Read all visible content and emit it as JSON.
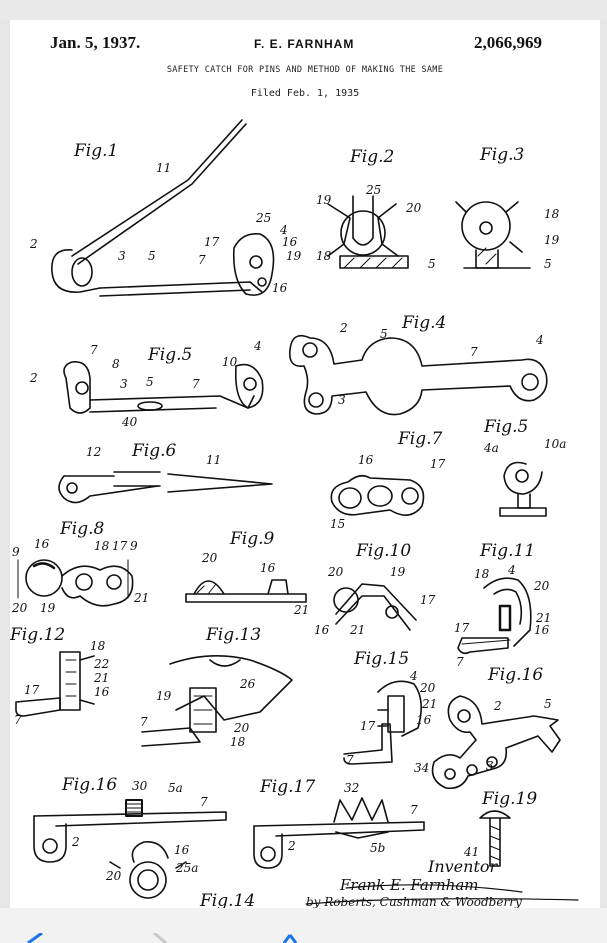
{
  "header": {
    "date": "Jan. 5, 1937.",
    "inventor": "F. E. FARNHAM",
    "patent_number": "2,066,969"
  },
  "title": "SAFETY CATCH FOR PINS AND METHOD OF MAKING THE SAME",
  "filed": "Filed Feb. 1, 1935",
  "figures": {
    "fig1": "Fig.1",
    "fig2": "Fig.2",
    "fig3": "Fig.3",
    "fig4": "Fig.4",
    "fig5": "Fig.5",
    "fig5a": "Fig.5",
    "fig6": "Fig.6",
    "fig7": "Fig.7",
    "fig8": "Fig.8",
    "fig9": "Fig.9",
    "fig10": "Fig.10",
    "fig11": "Fig.11",
    "fig12": "Fig.12",
    "fig13": "Fig.13",
    "fig15": "Fig.15",
    "fig16a": "Fig.16",
    "fig16b": "Fig.16",
    "fig17": "Fig.17",
    "fig19": "Fig.19",
    "fig14": "Fig.14"
  },
  "refs": {
    "r2": "2",
    "r3": "3",
    "r4": "4",
    "r5": "5",
    "r7": "7",
    "r8": "8",
    "r9": "9",
    "r10": "10",
    "r11": "11",
    "r12": "12",
    "r15": "15",
    "r16": "16",
    "r17": "17",
    "r18": "18",
    "r19": "19",
    "r20": "20",
    "r21": "21",
    "r22": "22",
    "r25": "25",
    "r26": "26",
    "r30": "30",
    "r32": "32",
    "r34": "34",
    "r40": "40",
    "r41": "41",
    "r4a": "4a",
    "r5a": "5a",
    "r5b": "5b",
    "r10a": "10a",
    "r25a": "25a"
  },
  "signature": {
    "label": "Inventor",
    "name": "Frank E. Farnham",
    "attorneys": "by Roberts, Cushman & Woodberry"
  },
  "colors": {
    "ink": "#111111",
    "page": "#ffffff",
    "frame": "#e6e6e6",
    "accent": "#1a73e8"
  },
  "nav": {
    "back_icon": "chevron-left-icon",
    "forward_icon": "chevron-right-icon",
    "share_icon": "share-icon"
  }
}
